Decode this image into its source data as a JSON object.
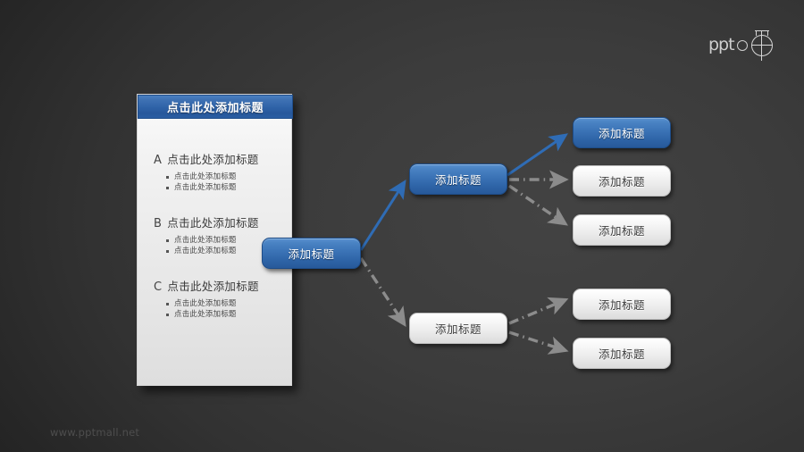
{
  "slide": {
    "background_dark": "#262626",
    "background_light": "#434343"
  },
  "logo": {
    "word": "ppt",
    "mark_name": "pptmall-crosshair-logo"
  },
  "footer": {
    "watermark": "www.pptmall.net"
  },
  "panel": {
    "header_title": "点击此处添加标题",
    "header_color": "#2f63a8",
    "sections": [
      {
        "letter": "A",
        "title": "点击此处添加标题",
        "bullets": [
          "点击此处添加标题",
          "点击此处添加标题"
        ]
      },
      {
        "letter": "B",
        "title": "点击此处添加标题",
        "bullets": [
          "点击此处添加标题",
          "点击此处添加标题"
        ]
      },
      {
        "letter": "C",
        "title": "点击此处添加标题",
        "bullets": [
          "点击此处添加标题",
          "点击此处添加标题"
        ]
      }
    ]
  },
  "diagram": {
    "root": {
      "label": "添加标题",
      "style": "blue"
    },
    "branch_top": {
      "label": "添加标题",
      "style": "blue"
    },
    "branch_bottom": {
      "label": "添加标题",
      "style": "gray"
    },
    "leaves_top": [
      {
        "label": "添加标题",
        "style": "blue"
      },
      {
        "label": "添加标题",
        "style": "gray"
      },
      {
        "label": "添加标题",
        "style": "gray"
      }
    ],
    "leaves_bottom": [
      {
        "label": "添加标题",
        "style": "gray"
      },
      {
        "label": "添加标题",
        "style": "gray"
      }
    ],
    "edge_colors": {
      "highlight": "#2f6cb5",
      "normal": "#8a8a8a"
    }
  }
}
